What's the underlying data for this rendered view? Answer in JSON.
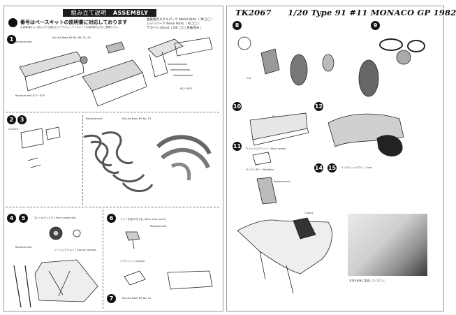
{
  "header": {
    "title_jp": "組み立て説明",
    "title_en": "ASSEMBLY"
  },
  "notice": {
    "text": "番号はベースキットの説明書に対応しております",
    "subtext": "注意事項をよく読んでから組み立てて下さい。ベースキットの説明書も必ずご参照下さい。"
  },
  "legend": {
    "metal": "金属色のメタルパーツ Metal Parts（ M◯◯ ）",
    "resin": "レジンパーツ Resin Parts（ R◯◯ ）",
    "decal": "デカール Decal（ DS ◯◯ 反転済み ）"
  },
  "product_title": "TK2067　　1/20 Type 91 #11 MONACO GP 1982",
  "steps": [
    "1",
    "2",
    "3",
    "4",
    "5",
    "6",
    "7",
    "8",
    "9",
    "10",
    "11",
    "12",
    "14",
    "15"
  ],
  "labels": {
    "s1_note": "No Use Base Kit No. B8, F1, F4",
    "s1_replace": "Replacement",
    "s1_part_a": "B11~B15",
    "s1_part_b": "Replacement B17~B19",
    "s23_replace": "Replacement",
    "s23_no_use": "No Use Base Kit No. F3",
    "s23_cement": "Cement",
    "s45_front": "ブレーキディスク / Front brake disk",
    "s45_replace": "Replacement",
    "s45_racing": "レーシングベルト / Racing harness",
    "s6_mirror": "ミラーを取り付ける / Rear view mirror",
    "s6_replace": "Replacement",
    "s7_cockpit": "コクピット / Cockpit",
    "s7_no_use": "No Use Base Kit No. C1",
    "s8_part": "Cut",
    "s10_part": "Replacement",
    "s11_windscreen": "ウインドスクリーン / Wind screen",
    "s11_radiator": "ラジエーター / Radiator",
    "s11_replace": "Replacement",
    "s1415_text": "コックピットカウル / Cowl",
    "cutout_label": "Cutout",
    "photo_caption": "写真を参考に塗装してください。"
  }
}
